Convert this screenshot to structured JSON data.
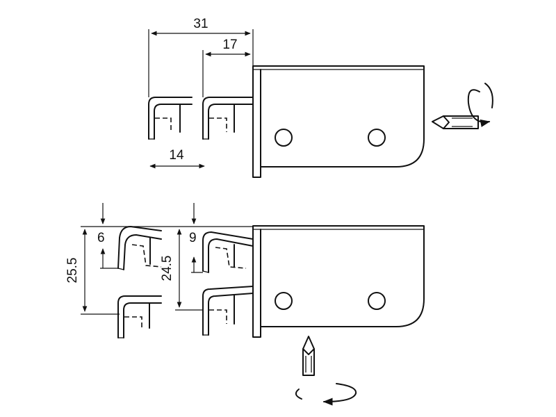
{
  "dimensions": {
    "overall_depth": "31",
    "hook_offset": "17",
    "hook_spacing": "14",
    "upper_offset_left": "6",
    "upper_offset_right": "9",
    "height_left": "25.5",
    "height_right": "24.5"
  }
}
